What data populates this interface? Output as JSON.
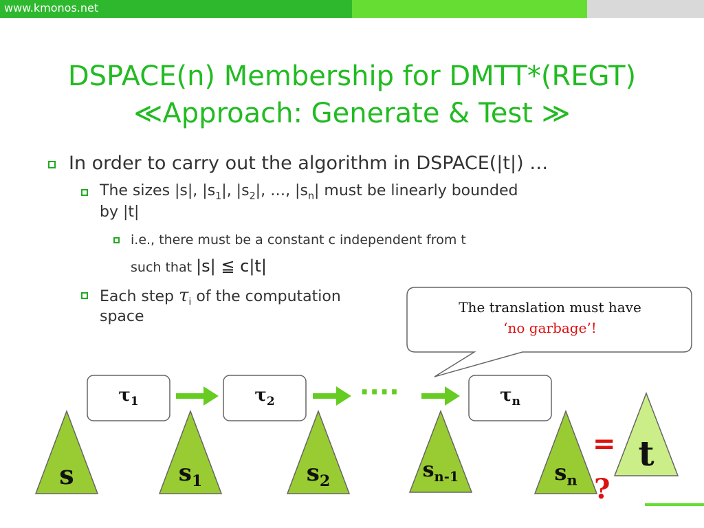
{
  "header": {
    "site": "www.kmonos.net"
  },
  "title": {
    "line1": "DSPACE(n) Membership for DMTT*(REGT)",
    "line2": "≪Approach: Generate & Test ≫"
  },
  "bullets": {
    "b1": "In order to carry out the algorithm in DSPACE(|t|) …",
    "b2": {
      "pre": "The sizes |s|, |s",
      "sub1": "1",
      "mid1": "|, |s",
      "sub2": "2",
      "mid2": "|, …, |s",
      "subn": "n",
      "post": "| must be linearly bounded",
      "line2": "by |t|"
    },
    "b3": {
      "line1": "i.e., there must be a constant   c   independent from  t",
      "line2_pre": "such that ",
      "line2_formula": "|s| ≦ c|t|"
    },
    "b4": {
      "pre": "Each step ",
      "tau": "τ",
      "sub": "i",
      "post": " of the computation",
      "line2": "space"
    }
  },
  "callout": {
    "line1": "The translation must have",
    "line2": "‘no garbage’!"
  },
  "diagram": {
    "taus": [
      {
        "sym": "τ",
        "sub": "1"
      },
      {
        "sym": "τ",
        "sub": "2"
      },
      {
        "sym": "τ",
        "sub": "n"
      }
    ],
    "dots": "····",
    "trees": [
      {
        "sym": "s",
        "sub": ""
      },
      {
        "sym": "s",
        "sub": "1"
      },
      {
        "sym": "s",
        "sub": "2"
      },
      {
        "sym": "s",
        "sub": "n-1"
      },
      {
        "sym": "s",
        "sub": "n"
      }
    ],
    "target": "t",
    "equals": "=",
    "question": "?"
  },
  "colors": {
    "title_green": "#22bb22",
    "tree_green": "#99cc33",
    "arrow_green": "#66cc22",
    "accent_red": "#dd1111"
  }
}
